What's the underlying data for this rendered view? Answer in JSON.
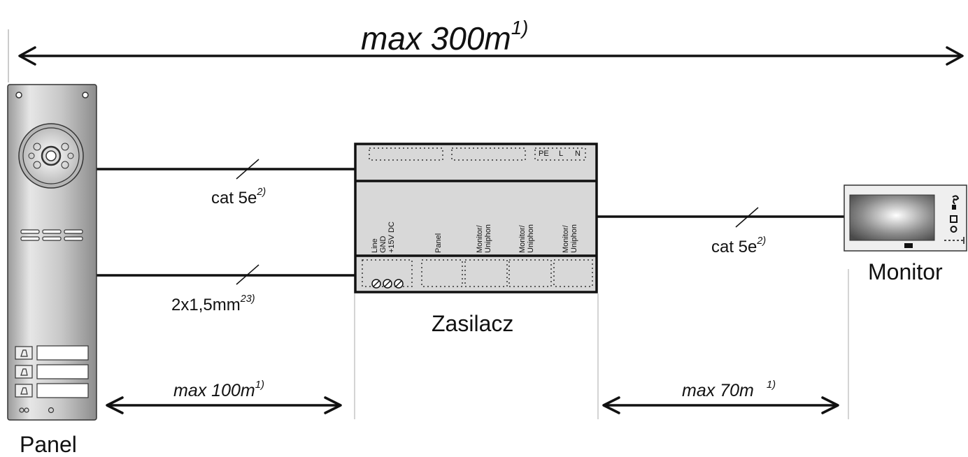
{
  "dimensions": {
    "overall": {
      "label": "max 300m",
      "note": "1)"
    },
    "panel_to_psu": {
      "label": "max 100m",
      "note": "1)"
    },
    "psu_to_monitor": {
      "label": "max 70m",
      "note": "1)"
    }
  },
  "cables": {
    "panel_signal": {
      "label": "cat 5e",
      "note": "2)"
    },
    "panel_power": {
      "label": "2x1,5mm",
      "power": "2",
      "note": "3)"
    },
    "monitor_signal": {
      "label": "cat 5e",
      "note": "2)"
    }
  },
  "devices": {
    "panel": {
      "label": "Panel"
    },
    "psu": {
      "label": "Zasilacz"
    },
    "monitor": {
      "label": "Monitor"
    }
  },
  "psu_terminals": {
    "power": [
      "Line",
      "GND",
      "+15V DC"
    ],
    "panel": "Panel",
    "monitor_1": [
      "Monitor/",
      "Uniphon"
    ],
    "monitor_2": [
      "Monitor/",
      "Uniphon"
    ],
    "monitor_3": [
      "Monitor/",
      "Uniphon"
    ],
    "mains": [
      "PE",
      "L",
      "N"
    ]
  },
  "colors": {
    "line": "#111111",
    "panel_fill": "#cfcfcf",
    "psu_fill": "#d8d8d8"
  }
}
